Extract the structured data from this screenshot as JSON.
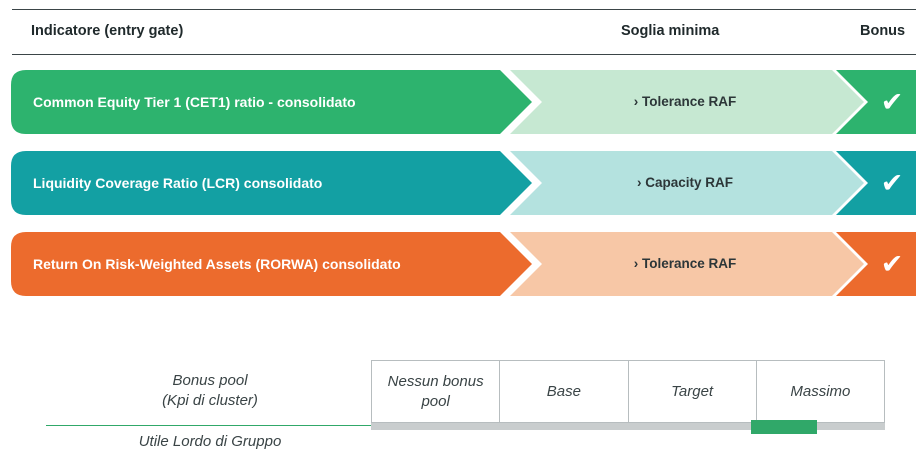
{
  "header": {
    "indicator": "Indicatore (entry gate)",
    "threshold": "Soglia minima",
    "bonus": "Bonus"
  },
  "rows": [
    {
      "label": "Common Equity Tier 1 (CET1) ratio - consolidato",
      "threshold": "› Tolerance RAF",
      "bonus": "✔",
      "color": "#2db36e",
      "light_color": "#c6e8d2"
    },
    {
      "label": "Liquidity Coverage Ratio (LCR) consolidato",
      "threshold": "› Capacity RAF",
      "bonus": "✔",
      "color": "#13a0a3",
      "light_color": "#b4e2df"
    },
    {
      "label": "Return On Risk-Weighted Assets (RORWA) consolidato",
      "threshold": "› Tolerance RAF",
      "bonus": "✔",
      "color": "#ec6b2d",
      "light_color": "#f7c7a6"
    }
  ],
  "bonus_pool": {
    "label_line1": "Bonus pool",
    "label_line2": "(Kpi di cluster)",
    "metric": "Utile Lordo di Gruppo",
    "levels": [
      "Nessun bonus pool",
      "Base",
      "Target",
      "Massimo"
    ],
    "selected_level": "Massimo",
    "marker_color": "#30a869"
  }
}
